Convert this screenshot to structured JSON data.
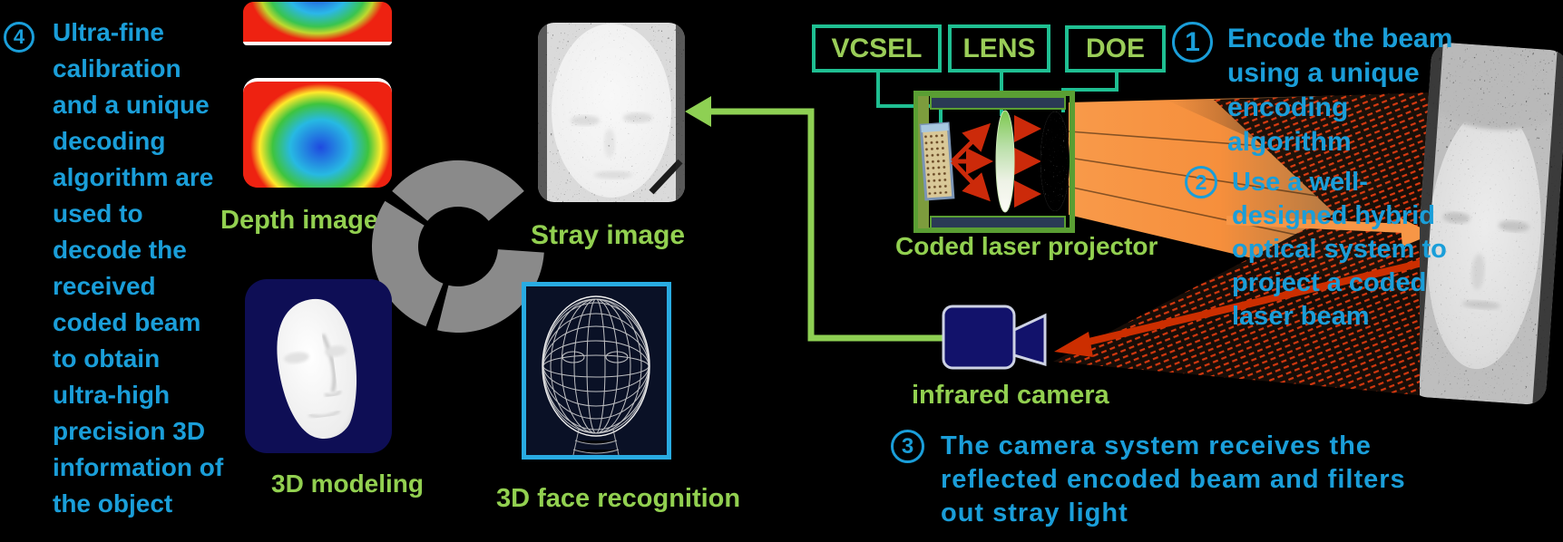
{
  "steps": {
    "step1": {
      "num": "1",
      "text": "Encode the beam\nusing a unique\nencoding\nalgorithm"
    },
    "step2": {
      "num": "2",
      "text": "Use a well-\ndesigned hybrid\noptical system to\nproject a coded\nlaser beam"
    },
    "step3": {
      "num": "3",
      "text": "The camera system receives the\nreflected encoded beam and filters\nout stray light"
    },
    "step4": {
      "num": "4",
      "text": "Ultra-fine\ncalibration\nand a unique\ndecoding\nalgorithm are\nused to\ndecode the\nreceived\ncoded beam\nto obtain\nultra-high\nprecision 3D\ninformation of\nthe object"
    }
  },
  "labels": {
    "depth_image": "Depth image",
    "stray_image": "Stray image",
    "modeling": "3D modeling",
    "face_recognition": "3D face recognition",
    "projector": "Coded laser projector",
    "camera": "infrared camera"
  },
  "components": {
    "vcsel": "VCSEL",
    "lens": "LENS",
    "doe": "DOE"
  },
  "icons": {
    "cycle_arrow": "cycle-arrow-icon",
    "camera": "video-camera-icon"
  },
  "colors": {
    "step_text_blue": "#1a9ed9",
    "label_green": "#92d050",
    "box_border_teal": "#1fbf92",
    "beam_orange": "#f79646",
    "laser_red": "#cc2e00",
    "model_navy": "#0e0e55",
    "recognition_cyan": "#29abe2",
    "cycle_gray": "#8a8a8a"
  }
}
